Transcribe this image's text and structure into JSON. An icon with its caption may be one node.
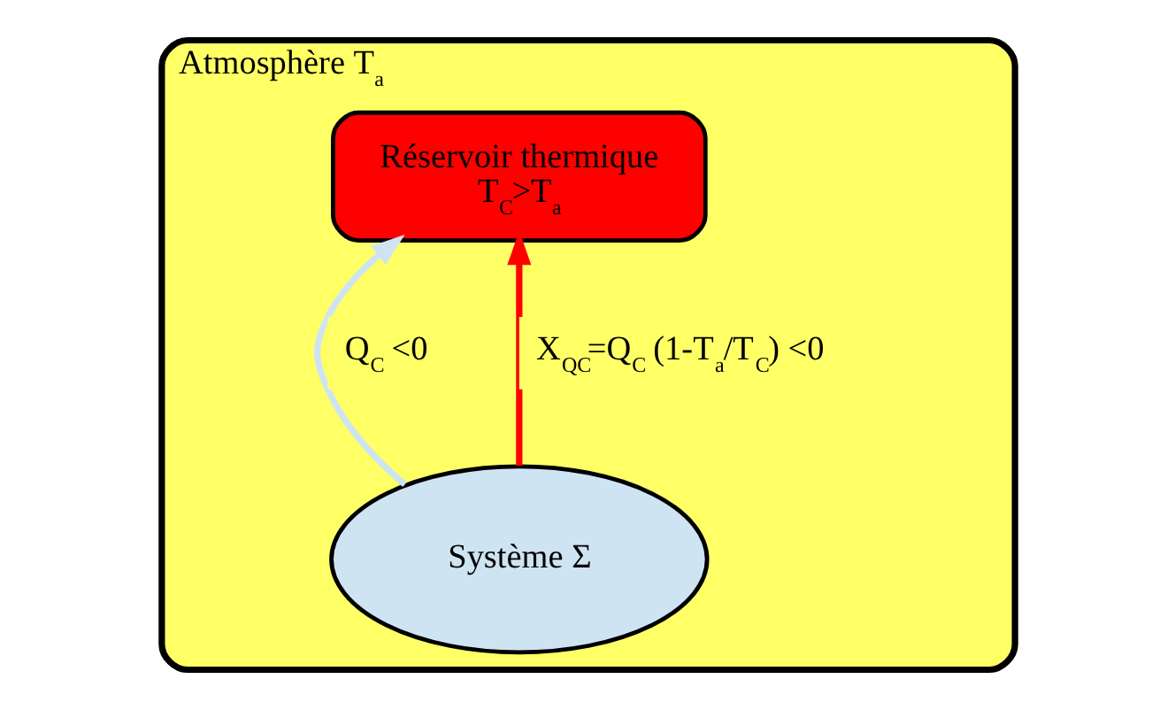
{
  "diagram": {
    "nodes": [
      {
        "text": [
          "Atmosphère T$_{a}$"
        ]
      },
      {
        "text": [
          "Réservoir thermique",
          "T$_{C}$>T$_{a}$"
        ],
        "in": 0
      },
      {
        "text": [
          "Système Σ"
        ],
        "in": 0
      }
    ],
    "edges": [
      {
        "from": 2,
        "to": 1,
        "arrow": "to",
        "label": "Q$_{C}$ <0",
        "color": "#cfe4f3"
      },
      {
        "from": 2,
        "to": 1,
        "arrow": "to",
        "label": "X$_{QC}$=Q$_{C}$ (1-T$_{a}$/T$_{C}$) <0",
        "color": "#ff0000"
      }
    ]
  }
}
